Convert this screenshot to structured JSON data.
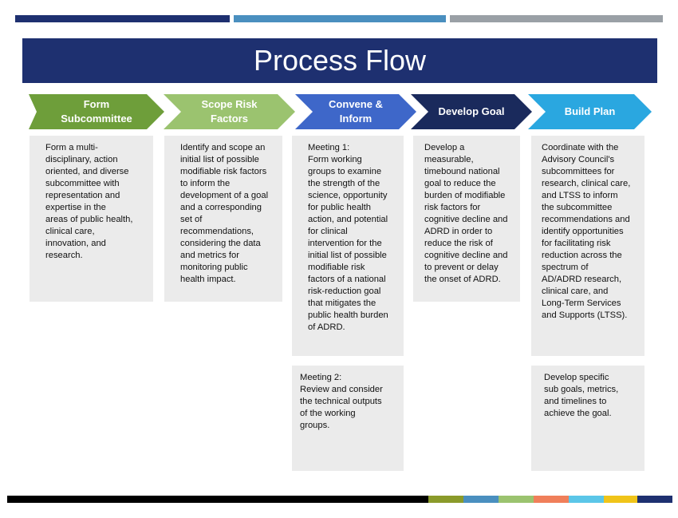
{
  "title": "Process Flow",
  "steps": [
    {
      "label": "Form\nSubcommittee",
      "color": "#6e9e3a"
    },
    {
      "label": "Scope Risk\nFactors",
      "color": "#9bc36f"
    },
    {
      "label": "Convene &\nInform",
      "color": "#3e67c9"
    },
    {
      "label": "Develop Goal",
      "color": "#1a2a5c"
    },
    {
      "label": "Build Plan",
      "color": "#2aa7e0"
    }
  ],
  "descriptions": {
    "form": "Form a multi-\ndisciplinary, action\noriented, and diverse\nsubcommittee with\nrepresentation and\nexpertise in the\nareas of public health,\nclinical care,\ninnovation, and\nresearch.",
    "scope": "Identify and scope an\ninitial list of possible\nmodifiable risk factors\nto inform the\ndevelopment of a goal\nand a corresponding\nset of\nrecommendations,\nconsidering the data\nand metrics for\nmonitoring public\nhealth impact.",
    "convene_meeting1": "Meeting 1:\nForm working\ngroups to examine\nthe strength of the\nscience, opportunity\nfor public health\naction, and potential\nfor clinical\nintervention for the\ninitial list of possible\nmodifiable risk\nfactors of a national\nrisk-reduction goal\nthat mitigates the\npublic health burden\nof ADRD.",
    "convene_meeting2": "Meeting 2:\nReview and consider\nthe technical outputs\nof the working\ngroups.",
    "develop": "Develop a\nmeasurable,\ntimebound national\ngoal to reduce the\nburden of modifiable\nrisk factors for\ncognitive decline and\nADRD in order to\nreduce the risk of\ncognitive decline and\nto prevent or delay\nthe onset of ADRD.",
    "build": "Coordinate with the\nAdvisory Council's\nsubcommittees for\nresearch, clinical care,\nand LTSS to inform\nthe subcommittee\nrecommendations and\nidentify opportunities\nfor facilitating risk\nreduction across the\nspectrum of\nAD/ADRD research,\nclinical care, and\nLong-Term Services\nand Supports (LTSS).",
    "build_sub": "Develop specific\nsub goals, metrics,\nand timelines to\nachieve the goal."
  },
  "colors": {
    "title_band": "#1e3070",
    "top_bar_1": "#1e3070",
    "top_bar_2": "#4a8fbf",
    "top_bar_3": "#9aa0a6",
    "bottom_bar": [
      "#000000",
      "#8a9a2a",
      "#4a8fbf",
      "#9bc36f",
      "#f07f5a",
      "#5bc6e8",
      "#f0c419",
      "#1e3070"
    ]
  }
}
